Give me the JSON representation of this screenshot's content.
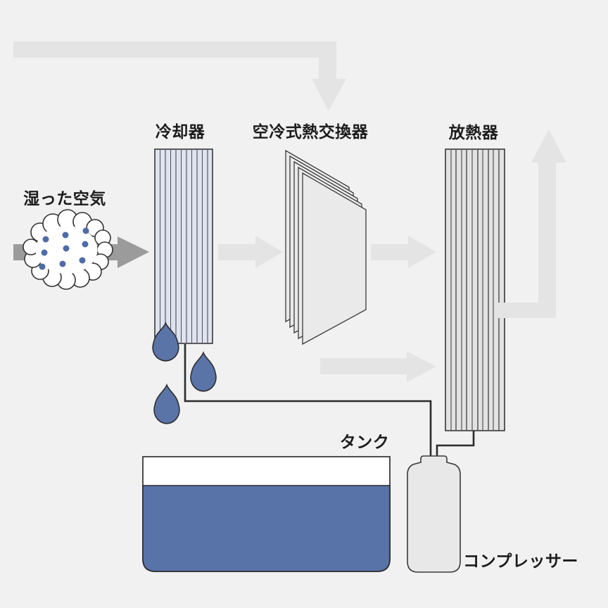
{
  "labels": {
    "humid_air": "湿った空気",
    "cooler": "冷却器",
    "heat_exchanger": "空冷式熱交換器",
    "radiator": "放熱器",
    "tank": "タンク",
    "compressor": "コンプレッサー"
  },
  "colors": {
    "background": "#f1f1f1",
    "flow_arrow_light": "#e4e4e4",
    "air_arrow_dark": "#9b9b9b",
    "water_blue": "#5873a8",
    "droplet_blue": "#5a74a8",
    "dot_blue": "#4e6ca8",
    "cooler_fill": "#dee3ee",
    "radiator_fill": "#e3e3e3",
    "exchanger_sheet_fill": "#eaeaea",
    "tank_fill": "#ffffff",
    "compressor_fill": "#e8e8e8",
    "outline_dark": "#2b2b2b"
  }
}
